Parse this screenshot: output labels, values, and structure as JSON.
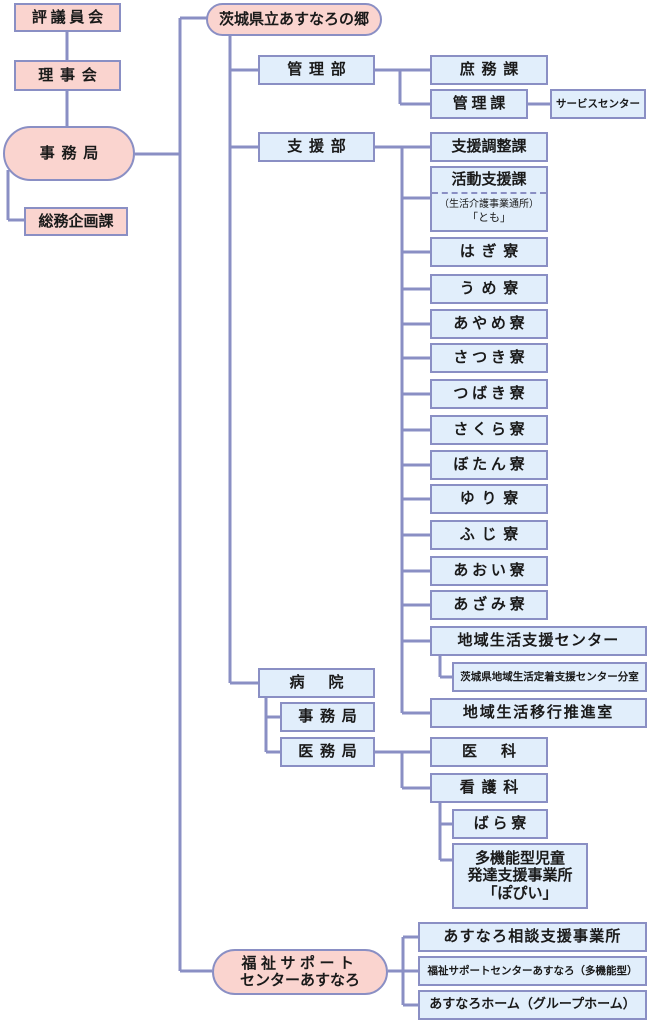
{
  "left": {
    "hyogiinkai": "評議員会",
    "rijikai": "理事会",
    "jimukyoku": "事務局",
    "somu": "総務企画課"
  },
  "root": "茨城県立あすなろの郷",
  "kanribu": {
    "label": "管理部",
    "shomu": "庶務課",
    "kanrika": "管理課",
    "service": "サービスセンター"
  },
  "shienbu": {
    "label": "支援部",
    "chosei": "支援調整課",
    "katsudo_top": "活動支援課",
    "katsudo_sub1": "（生活介護事業通所）",
    "katsudo_sub2": "「とも」",
    "ryo": [
      "はぎ寮",
      "うめ寮",
      "あやめ寮",
      "さつき寮",
      "つばき寮",
      "さくら寮",
      "ぼたん寮",
      "ゆり寮",
      "ふじ寮",
      "あおい寮",
      "あざみ寮"
    ],
    "chiiki": "地域生活支援センター",
    "chiiki_branch": "茨城県地域生活定着支援センター分室",
    "ikou": "地域生活移行推進室"
  },
  "byoin": {
    "label": "病院",
    "jimukyoku": "事務局",
    "imukyoku": "医務局",
    "ika": "医科",
    "kango": "看護科",
    "bara": "ばら寮",
    "tokino1": "多機能型児童",
    "tokino2": "発達支援事業所",
    "tokino3": "「ぽぴい」"
  },
  "fukushi": {
    "label1": "福祉サポート",
    "label2": "センターあすなろ",
    "items": [
      "あすなろ相談支援事業所",
      "福祉サポートセンターあすなろ（多機能型）",
      "あすなろホーム（グループホーム）"
    ]
  }
}
